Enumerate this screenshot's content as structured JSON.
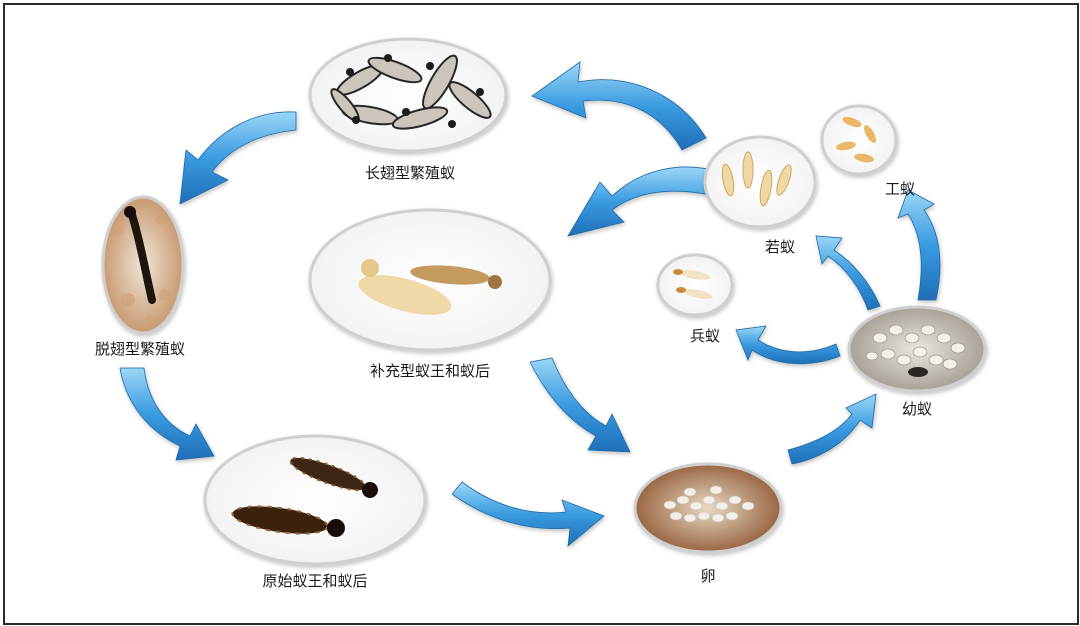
{
  "colors": {
    "arrow": "#2e8fd6",
    "arrow_light": "#8fd0f5",
    "frame": "#2b2b2b",
    "oval_rim": "#d9d9d9"
  },
  "stages": {
    "alate": "长翅型繁殖蚁",
    "dealate": "脱翅型繁殖蚁",
    "primary_royals": "原始蚁王和蚁后",
    "supplementary_royals": "补充型蚁王和蚁后",
    "egg": "卵",
    "larva": "幼蚁",
    "soldier": "兵蚁",
    "worker": "工蚁",
    "nymph": "若蚁"
  },
  "icons": {
    "alate": "winged-termites-photo",
    "dealate": "dealate-termite-photo",
    "primary_royals": "primary-king-queen-photo",
    "supplementary_royals": "supplementary-king-queen-photo",
    "egg": "egg-cluster-photo",
    "larva": "larvae-cluster-photo",
    "soldier": "soldier-termites-photo",
    "worker": "worker-termites-photo",
    "nymph": "nymph-termites-photo",
    "arrow": "curved-arrow-icon"
  }
}
